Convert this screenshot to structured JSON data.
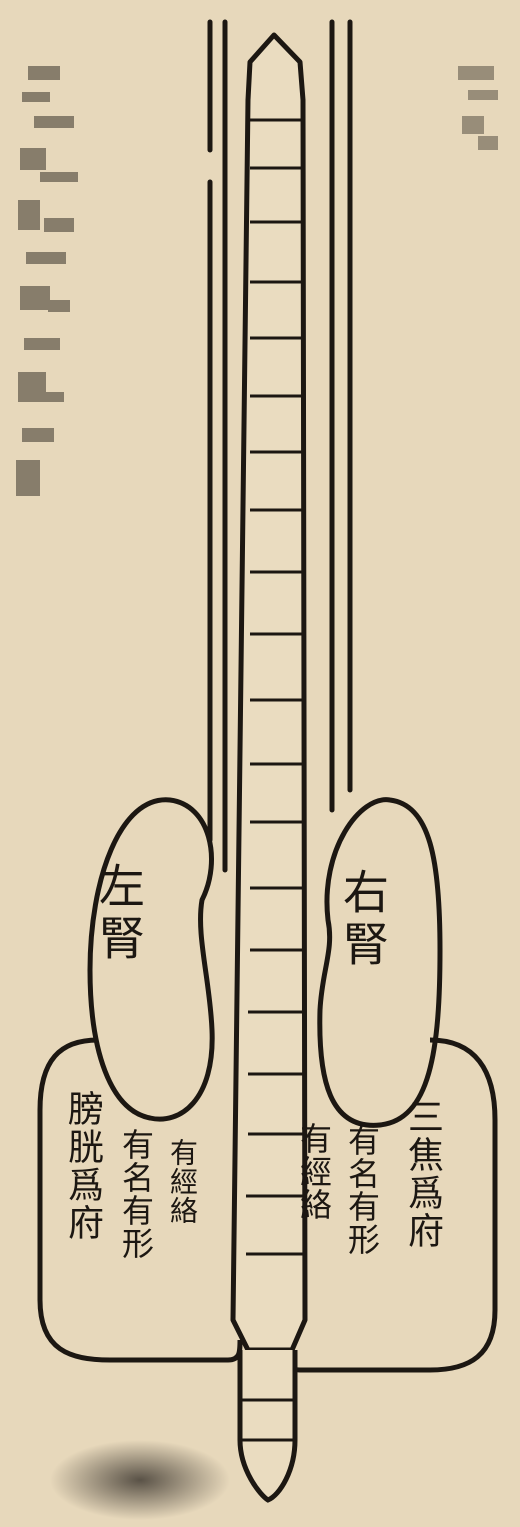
{
  "labels": {
    "left_kidney": "左腎",
    "right_kidney": "右腎",
    "bladder_title": "膀胱爲府",
    "bladder_line2": "有名有形",
    "bladder_line3": "有經絡",
    "sanjiao_title": "三焦爲府",
    "sanjiao_line2": "有名有形",
    "sanjiao_line3": "有經絡"
  }
}
